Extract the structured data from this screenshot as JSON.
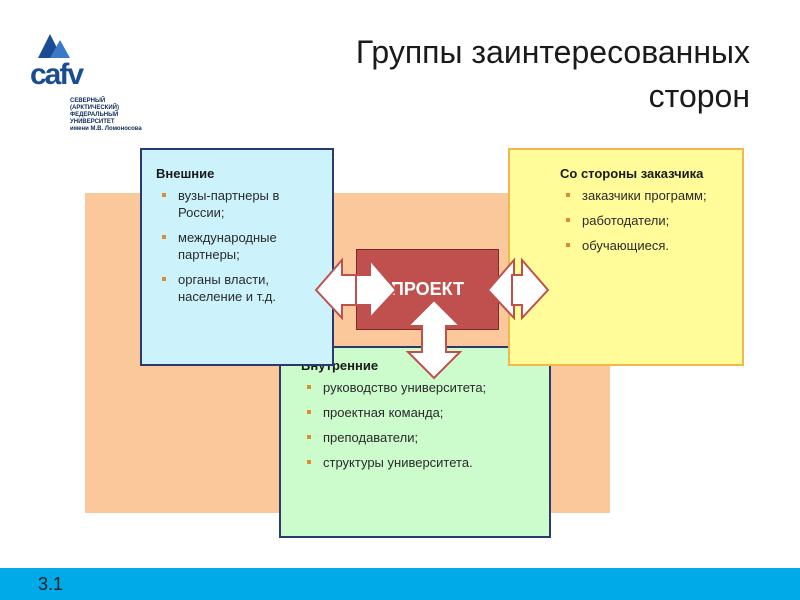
{
  "logo": {
    "word": "cafv",
    "lines": [
      "СЕВЕРНЫЙ",
      "(АРКТИЧЕСКИЙ)",
      "ФЕДЕРАЛЬНЫЙ",
      "УНИВЕРСИТЕТ",
      "имени М.В. Ломоносова"
    ]
  },
  "title": {
    "line1": "Группы заинтересованных",
    "line2": "сторон"
  },
  "external": {
    "heading": "Внешние",
    "items": [
      "вузы-партнеры в России;",
      "международные партнеры;",
      "органы власти, население и т.д."
    ]
  },
  "customer": {
    "heading": "Со стороны заказчика",
    "items": [
      "заказчики программ;",
      "работодатели;",
      "обучающиеся."
    ]
  },
  "internal": {
    "heading": "Внутренние",
    "items": [
      "руководство университета;",
      "проектная команда;",
      "преподаватели;",
      "структуры университета."
    ]
  },
  "center": {
    "label": "ПРОЕКТ"
  },
  "footer": {
    "slide_number": "3.1"
  },
  "colors": {
    "background_block": "#fbc89b",
    "external_box": "#ccf3fb",
    "customer_box": "#fffc99",
    "internal_box": "#ccfbcc",
    "project_box": "#c0504d",
    "footer_bar": "#00a9e8"
  }
}
